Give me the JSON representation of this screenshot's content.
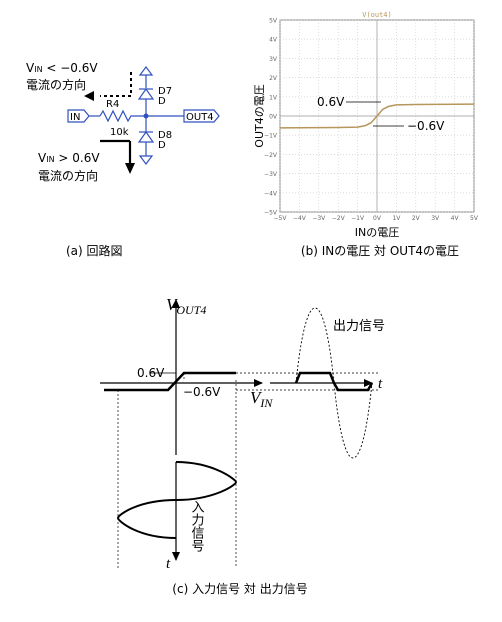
{
  "circuit": {
    "vin_lt_main": "V",
    "vin_lt_sub": "IN",
    "vin_lt_cond": " < −0.6V",
    "vin_lt_dir": "電流の方向",
    "vin_gt_main": "V",
    "vin_gt_sub": "IN",
    "vin_gt_cond": " > 0.6V",
    "vin_gt_dir": "電流の方向",
    "in_port": "IN",
    "out_port": "OUT4",
    "r_name": "R4",
    "r_value": "10k",
    "d7_name": "D7",
    "d7_type": "D",
    "d8_name": "D8",
    "d8_type": "D",
    "caption": "(a) 回路図"
  },
  "transfer": {
    "trace_label": "V(out4)",
    "ylabel": "OUT4の電圧",
    "xlabel": "INの電圧",
    "ann_pos": "0.6V",
    "ann_neg": "−0.6V",
    "caption": "(b) INの電圧 対 OUT4の電圧",
    "trace_color": "#b8955a"
  },
  "chart_data": {
    "type": "line",
    "trace_label": "V(out4)",
    "xlabel": "INの電圧",
    "ylabel": "OUT4の電圧",
    "xlim": [
      -5,
      5
    ],
    "ylim": [
      -5,
      5
    ],
    "x_ticks": [
      "−5V",
      "−4V",
      "−3V",
      "−2V",
      "−1V",
      "0V",
      "1V",
      "2V",
      "3V",
      "4V",
      "5V"
    ],
    "y_ticks": [
      "5V",
      "4V",
      "3V",
      "2V",
      "1V",
      "0V",
      "−1V",
      "−2V",
      "−3V",
      "−4V",
      "−5V"
    ],
    "grid": true,
    "x": [
      -5,
      -2,
      -1,
      -0.6,
      -0.3,
      0,
      0.3,
      0.6,
      1,
      2,
      5
    ],
    "y": [
      -0.62,
      -0.6,
      -0.58,
      -0.5,
      -0.35,
      0,
      0.35,
      0.5,
      0.58,
      0.6,
      0.62
    ],
    "annotations": [
      "0.6V",
      "−0.6V"
    ]
  },
  "concept": {
    "vout_main": "V",
    "vout_sub": "OUT4",
    "vin_main": "V",
    "vin_sub": "IN",
    "t_right": "t",
    "t_bottom": "t",
    "pos_label": "0.6V",
    "neg_label": "−0.6V",
    "out_signal": "出力信号",
    "in_signal": "入力信号",
    "caption": "(c) 入力信号 対 出力信号"
  }
}
